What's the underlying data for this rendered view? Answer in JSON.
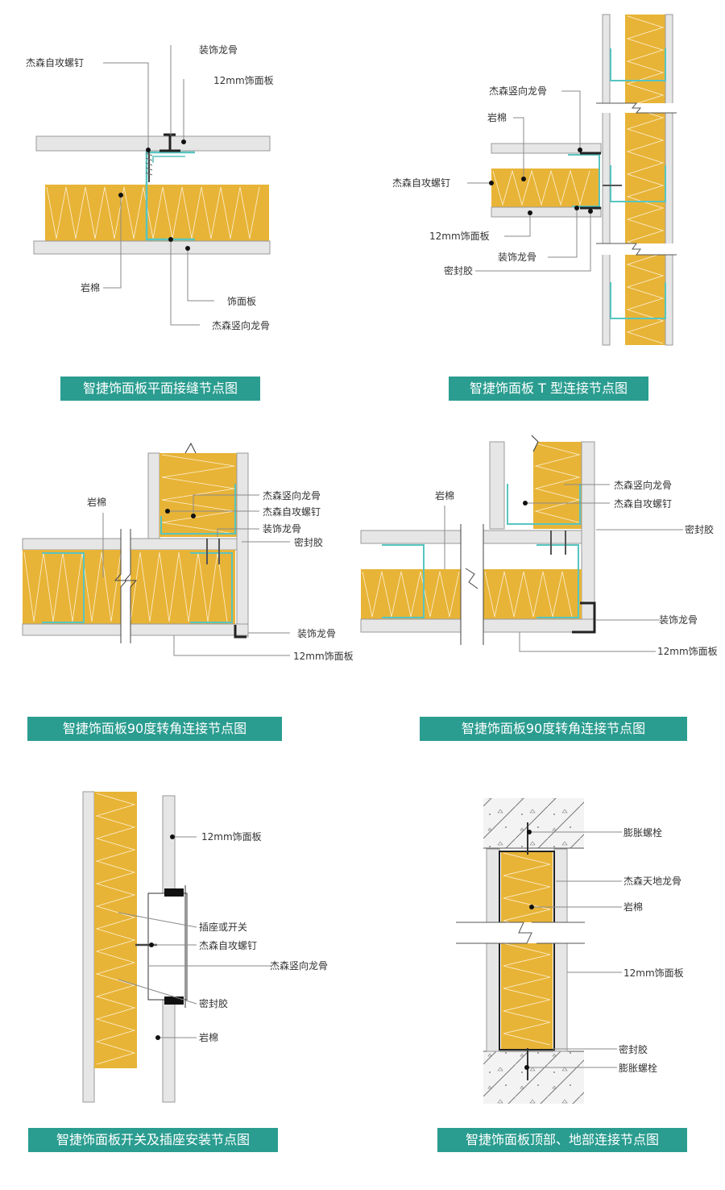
{
  "colors": {
    "insulation": "#e8b437",
    "insulation_line": "#ffffff",
    "panel": "#e6e6e6",
    "panel_stroke": "#9a9a9a",
    "keel": "#58c4c0",
    "caption_bg": "#2a9d90",
    "leader": "#8a8a8a",
    "label": "#333333",
    "concrete": "#f3f3f3"
  },
  "panels": [
    {
      "caption": "智捷饰面板平面接缝节点图",
      "labels": {
        "screw": "杰森自攻螺钉",
        "deco_keel": "装饰龙骨",
        "board12": "12mm饰面板",
        "rockwool": "岩棉",
        "panel": "饰面板",
        "vertical_keel": "杰森竖向龙骨"
      }
    },
    {
      "caption": "智捷饰面板 T 型连接节点图",
      "labels": {
        "vertical_keel": "杰森竖向龙骨",
        "rockwool": "岩棉",
        "screw": "杰森自攻螺钉",
        "board12": "12mm饰面板",
        "deco_keel": "装饰龙骨",
        "sealant": "密封胶"
      }
    },
    {
      "caption": "智捷饰面板90度转角连接节点图",
      "labels": {
        "rockwool": "岩棉",
        "vertical_keel": "杰森竖向龙骨",
        "screw": "杰森自攻螺钉",
        "deco_keel": "装饰龙骨",
        "sealant": "密封胶",
        "deco_keel2": "装饰龙骨",
        "board12": "12mm饰面板"
      }
    },
    {
      "caption": "智捷饰面板90度转角连接节点图",
      "labels": {
        "rockwool": "岩棉",
        "vertical_keel": "杰森竖向龙骨",
        "screw": "杰森自攻螺钉",
        "sealant": "密封胶",
        "deco_keel": "装饰龙骨",
        "board12": "12mm饰面板"
      }
    },
    {
      "caption": "智捷饰面板开关及插座安装节点图",
      "labels": {
        "board12": "12mm饰面板",
        "socket": "插座或开关",
        "screw": "杰森自攻螺钉",
        "vertical_keel": "杰森竖向龙骨",
        "sealant": "密封胶",
        "rockwool": "岩棉"
      }
    },
    {
      "caption": "智捷饰面板顶部、地部连接节点图",
      "labels": {
        "bolt_top": "膨胀螺栓",
        "floor_keel": "杰森天地龙骨",
        "rockwool": "岩棉",
        "board12": "12mm饰面板",
        "sealant": "密封胶",
        "bolt_bottom": "膨胀螺栓"
      }
    }
  ]
}
